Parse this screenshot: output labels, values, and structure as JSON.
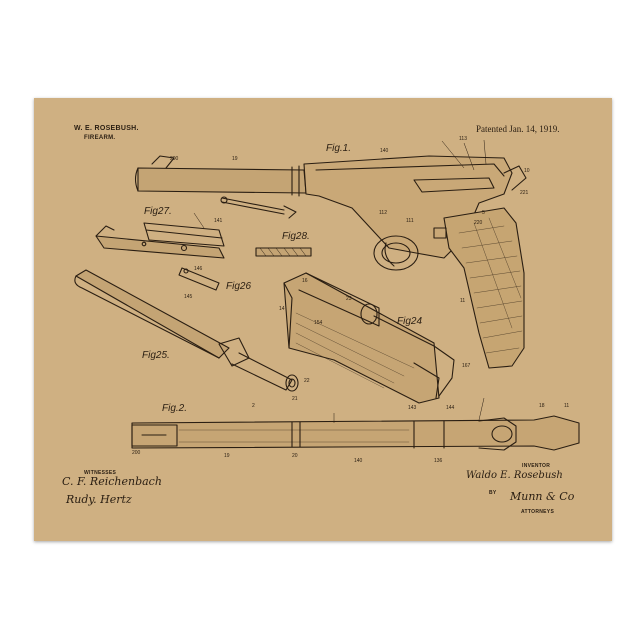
{
  "header": {
    "inventor_name": "W. E. ROSEBUSH.",
    "title": "FIREARM.",
    "patent_date": "Patented Jan. 14, 1919."
  },
  "figures": {
    "fig1": "Fig.1.",
    "fig2": "Fig.2.",
    "fig24": "Fig24",
    "fig25": "Fig25.",
    "fig26": "Fig26",
    "fig27": "Fig27.",
    "fig28": "Fig28."
  },
  "footer": {
    "witnesses_label": "WITNESSES",
    "witness_1": "C. F. Reichenbach",
    "witness_2": "Rudy. Hertz",
    "inventor_label": "INVENTOR",
    "inventor_signature": "Waldo E. Rosebush",
    "by_label": "BY",
    "attorney_signature": "Munn & Co",
    "attorneys_label": "ATTORNEYS"
  },
  "part_numbers": {
    "n200": "200",
    "n19": "19",
    "n140": "140",
    "n113": "113",
    "n10": "10",
    "n111": "111",
    "n112": "112",
    "n220": "220",
    "n221": "221",
    "n5": "5",
    "n14": "14",
    "n16": "16",
    "n23": "23",
    "n154": "154",
    "n2": "2",
    "n20": "20",
    "n21": "21",
    "n22": "22",
    "n141": "141",
    "n145": "145",
    "n146": "146",
    "n143": "143",
    "n144": "144",
    "n136": "136",
    "n11": "11",
    "n167": "167",
    "n18": "18"
  },
  "colors": {
    "paper": "#cfb082",
    "ink": "#2a1e12",
    "background": "#ffffff"
  }
}
